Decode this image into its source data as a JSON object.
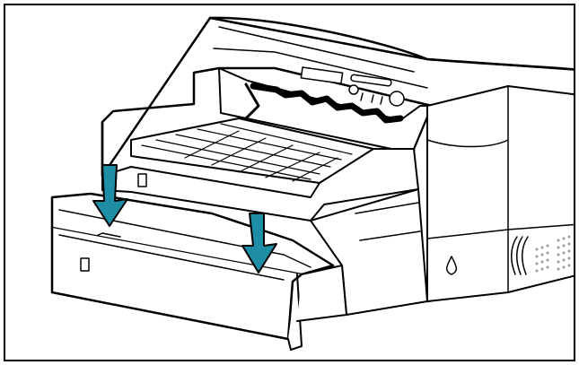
{
  "illustration": {
    "subject": "printer-paper-tray",
    "colors": {
      "outline": "#000000",
      "fill": "#ffffff",
      "arrow": "#1e8ea6",
      "arrow_outline": "#000000",
      "vent_dots": "#9a9a9a"
    },
    "arrows": [
      {
        "name": "left-down-arrow"
      },
      {
        "name": "right-down-arrow"
      }
    ]
  }
}
